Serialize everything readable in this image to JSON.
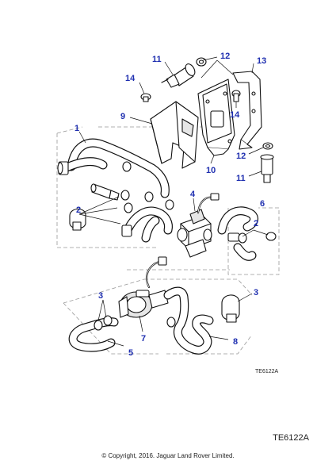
{
  "diagram": {
    "drawing_code_small": "TE6122A",
    "drawing_code_large": "TE6122A",
    "copyright": "© Copyright, 2016. Jaguar Land Rover Limited.",
    "callout_color": "#1f2fb0",
    "callouts": [
      "1",
      "2",
      "3",
      "3",
      "4",
      "5",
      "6",
      "2",
      "7",
      "8",
      "9",
      "10",
      "11",
      "11",
      "12",
      "12",
      "13",
      "14",
      "14"
    ]
  }
}
